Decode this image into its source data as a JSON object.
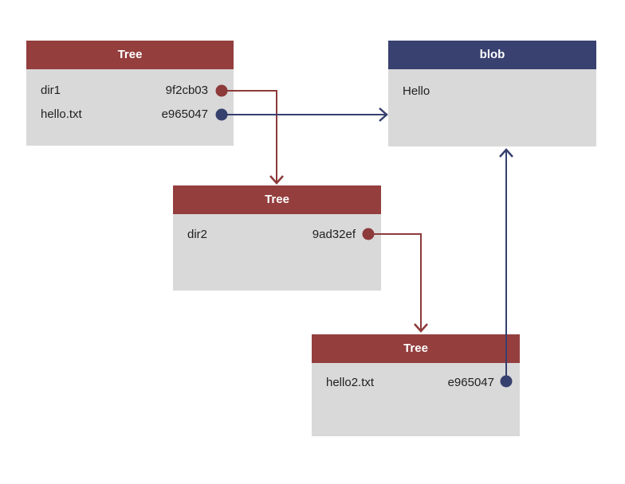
{
  "diagram": {
    "nodes": {
      "tree1": {
        "title": "Tree",
        "rows": [
          {
            "name": "dir1",
            "hash": "9f2cb03"
          },
          {
            "name": "hello.txt",
            "hash": "e965047"
          }
        ]
      },
      "blob": {
        "title": "blob",
        "content": "Hello"
      },
      "tree2": {
        "title": "Tree",
        "rows": [
          {
            "name": "dir2",
            "hash": "9ad32ef"
          }
        ]
      },
      "tree3": {
        "title": "Tree",
        "rows": [
          {
            "name": "hello2.txt",
            "hash": "e965047"
          }
        ]
      }
    },
    "edges": [
      {
        "from": "tree1 / dir1 (9f2cb03)",
        "to": "tree2",
        "color": "#8d3a3a"
      },
      {
        "from": "tree1 / hello.txt (e965047)",
        "to": "blob",
        "color": "#36406e"
      },
      {
        "from": "tree2 / dir2 (9ad32ef)",
        "to": "tree3",
        "color": "#8d3a3a"
      },
      {
        "from": "tree3 / hello2.txt (e965047)",
        "to": "blob",
        "color": "#36406e"
      }
    ],
    "colors": {
      "tree_header": "#943e3e",
      "blob_header": "#394170",
      "node_body": "#d9d9d9",
      "arrow_red": "#8d3a3a",
      "arrow_blue": "#36406e",
      "header_text": "#ffffff",
      "body_text": "#1f1f1f"
    }
  }
}
